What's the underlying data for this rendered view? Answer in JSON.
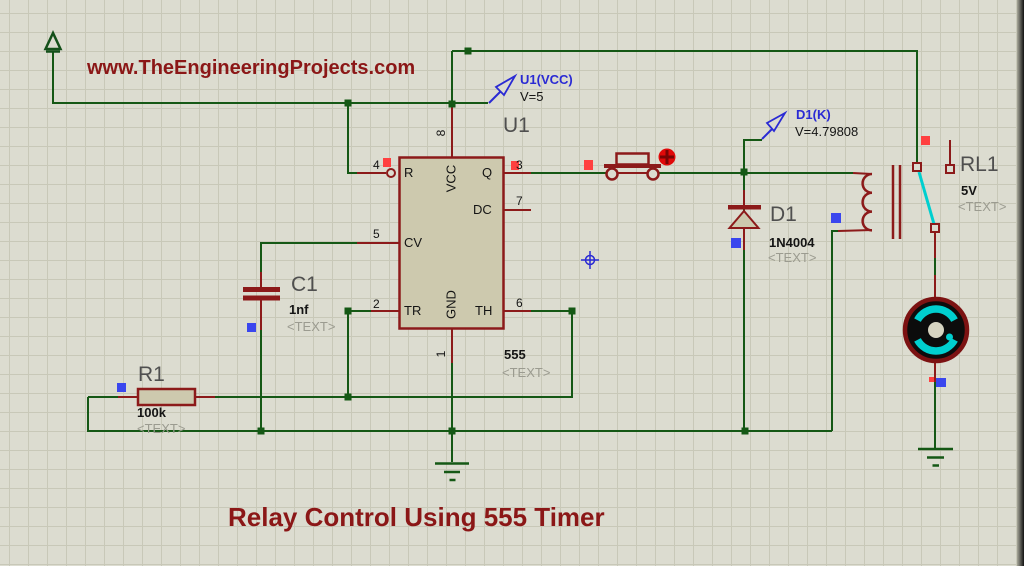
{
  "watermark": "www.TheEngineeringProjects.com",
  "sheet_title": "Relay Control Using 555 Timer",
  "colors": {
    "background": "#dcdcd0",
    "grid_line": "#c8c8b8",
    "wire_green": "#155815",
    "component_red": "#8c1a1a",
    "component_fill": "#cdc9ae",
    "probe_blue": "#2a2ad4",
    "title_red": "#8b1717",
    "armature_cyan": "#00cfcf",
    "marker_red": "#ff4040",
    "marker_blue": "#3a46ee"
  },
  "ic": {
    "ref": "U1",
    "value": "555",
    "placeholder": "<TEXT>",
    "pin_names": {
      "r": "R",
      "vcc": "VCC",
      "q": "Q",
      "dc": "DC",
      "cv": "CV",
      "tr": "TR",
      "gnd": "GND",
      "th": "TH"
    },
    "pin_numbers": {
      "reset": "4",
      "vcc": "8",
      "q": "3",
      "dc": "7",
      "cv": "5",
      "tr": "2",
      "gnd": "1",
      "th": "6"
    }
  },
  "capacitor": {
    "ref": "C1",
    "value": "1nf",
    "placeholder": "<TEXT>"
  },
  "resistor": {
    "ref": "R1",
    "value": "100k",
    "placeholder": "<TEXT>"
  },
  "diode": {
    "ref": "D1",
    "value": "1N4004",
    "placeholder": "<TEXT>"
  },
  "relay": {
    "ref": "RL1",
    "value": "5V",
    "placeholder": "<TEXT>"
  },
  "probes": {
    "vcc": {
      "label": "U1(VCC)",
      "reading": "V=5"
    },
    "d1k": {
      "label": "D1(K)",
      "reading": "V=4.79808"
    }
  }
}
